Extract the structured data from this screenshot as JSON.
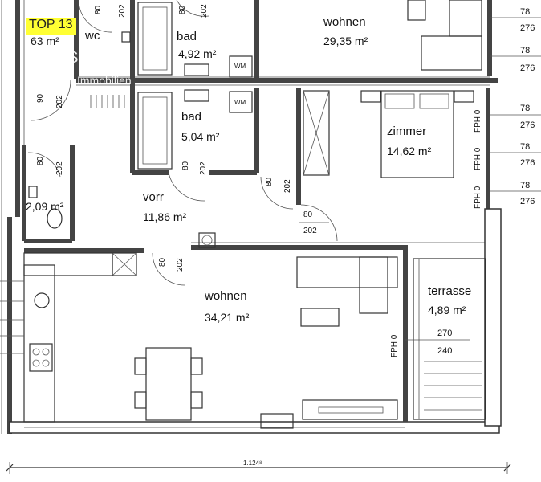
{
  "top_label": "TOP 13",
  "top_area": "63 m²",
  "watermark": "ARES",
  "watermark_sub": "Immobilien",
  "rooms": {
    "wc": "wc",
    "bad1": "bad",
    "bad1_area": "4,92 m²",
    "bad2": "bad",
    "bad2_area": "5,04 m²",
    "wohnen_top": "wohnen",
    "wohnen_top_area": "29,35 m²",
    "zimmer": "zimmer",
    "zimmer_area": "14,62 m²",
    "vorr": "vorr",
    "vorr_area": "11,86 m²",
    "wc_area": "2,09 m²",
    "wohnen": "wohnen",
    "wohnen_area": "34,21 m²",
    "terrasse": "terrasse",
    "terrasse_area": "4,89 m²"
  },
  "wm": [
    "WM",
    "WM"
  ],
  "doors": [
    {
      "w": "80",
      "h": "202"
    },
    {
      "w": "80",
      "h": "202"
    },
    {
      "w": "90",
      "h": "202"
    },
    {
      "w": "80",
      "h": "202"
    },
    {
      "w": "80",
      "h": "202"
    },
    {
      "w": "80",
      "h": "202"
    },
    {
      "w": "80",
      "h": "202"
    },
    {
      "w": "80",
      "h": "202"
    }
  ],
  "windows_right": [
    {
      "w": "78",
      "h": "276"
    },
    {
      "w": "78",
      "h": "276"
    },
    {
      "w": "78",
      "h": "276"
    },
    {
      "w": "78",
      "h": "276"
    },
    {
      "w": "78",
      "h": "276"
    }
  ],
  "fph": [
    "FPH 0",
    "FPH 0",
    "FPH 0",
    "FPH 0"
  ],
  "terrasse_dim": {
    "w": "270",
    "h": "240"
  },
  "overall_dim": "1.124⁸"
}
